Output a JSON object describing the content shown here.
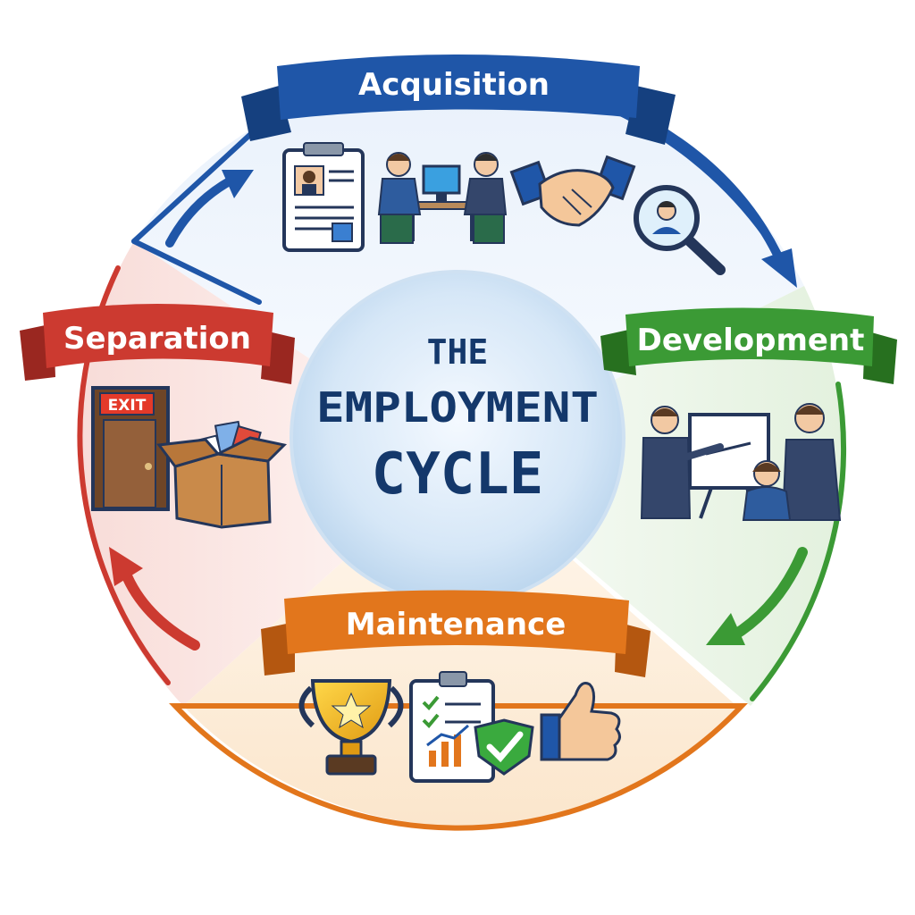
{
  "center": {
    "line1": "THE",
    "line2": "EMPLOYMENT",
    "line3": "CYCLE"
  },
  "stages": {
    "acquisition": {
      "label": "Acquisition",
      "color": "#1f56a8"
    },
    "development": {
      "label": "Development",
      "color": "#3b9a35"
    },
    "maintenance": {
      "label": "Maintenance",
      "color": "#e2761c"
    },
    "separation": {
      "label": "Separation",
      "color": "#cc3a30"
    }
  },
  "icons": {
    "exit_sign": "EXIT"
  }
}
